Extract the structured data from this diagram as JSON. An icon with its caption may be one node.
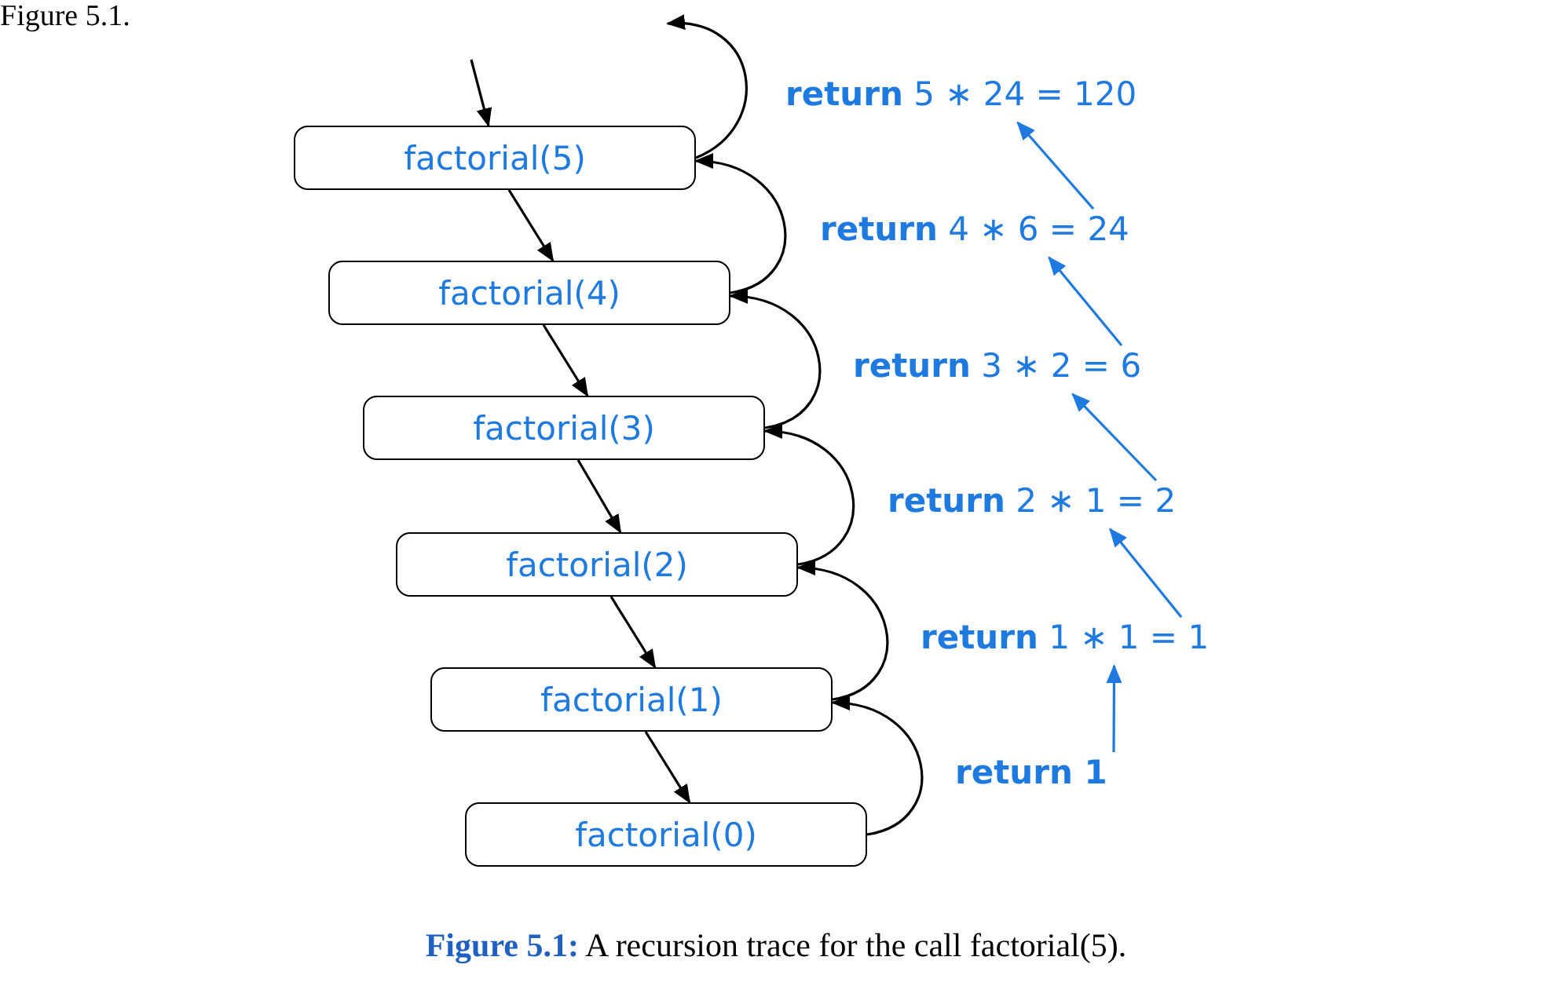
{
  "diagram": {
    "caption": "**Figure 5.1:** A recursion trace for the call factorial(5).",
    "nodes": [
      {
        "text": [
          "factorial(5)"
        ]
      },
      {
        "text": [
          "factorial(4)"
        ]
      },
      {
        "text": [
          "factorial(3)"
        ]
      },
      {
        "text": [
          "factorial(2)"
        ]
      },
      {
        "text": [
          "factorial(1)"
        ]
      },
      {
        "text": [
          "factorial(0)"
        ]
      },
      {
        "text": [
          "**return** 5 ∗ 24 = 120"
        ]
      },
      {
        "text": [
          "**return** 4 ∗ 6 = 24"
        ]
      },
      {
        "text": [
          "**return** 3 ∗ 2 = 6"
        ]
      },
      {
        "text": [
          "**return** 2 ∗ 1 = 2"
        ]
      },
      {
        "text": [
          "**return** 1 ∗ 1 = 1"
        ]
      },
      {
        "text": [
          "return 1"
        ]
      }
    ],
    "edges": [
      {
        "from": null,
        "to": 0,
        "arrow": "to"
      },
      {
        "from": 0,
        "to": 1,
        "arrow": "to"
      },
      {
        "from": 1,
        "to": 2,
        "arrow": "to"
      },
      {
        "from": 2,
        "to": 3,
        "arrow": "to"
      },
      {
        "from": 3,
        "to": 4,
        "arrow": "to"
      },
      {
        "from": 4,
        "to": 5,
        "arrow": "to"
      },
      {
        "from": 5,
        "to": 4,
        "arrow": "to"
      },
      {
        "from": 4,
        "to": 3,
        "arrow": "to"
      },
      {
        "from": 3,
        "to": 2,
        "arrow": "to"
      },
      {
        "from": 2,
        "to": 1,
        "arrow": "to"
      },
      {
        "from": 1,
        "to": 0,
        "arrow": "to"
      },
      {
        "from": 0,
        "to": null,
        "arrow": "to"
      },
      {
        "from": 11,
        "to": 10,
        "arrow": "to",
        "color": "#1f7ae0"
      },
      {
        "from": 10,
        "to": 9,
        "arrow": "to",
        "color": "#1f7ae0"
      },
      {
        "from": 9,
        "to": 8,
        "arrow": "to",
        "color": "#1f7ae0"
      },
      {
        "from": 8,
        "to": 7,
        "arrow": "to",
        "color": "#1f7ae0"
      },
      {
        "from": 7,
        "to": 6,
        "arrow": "to",
        "color": "#1f7ae0"
      }
    ],
    "labels": [
      "Figure 5.1."
    ]
  }
}
